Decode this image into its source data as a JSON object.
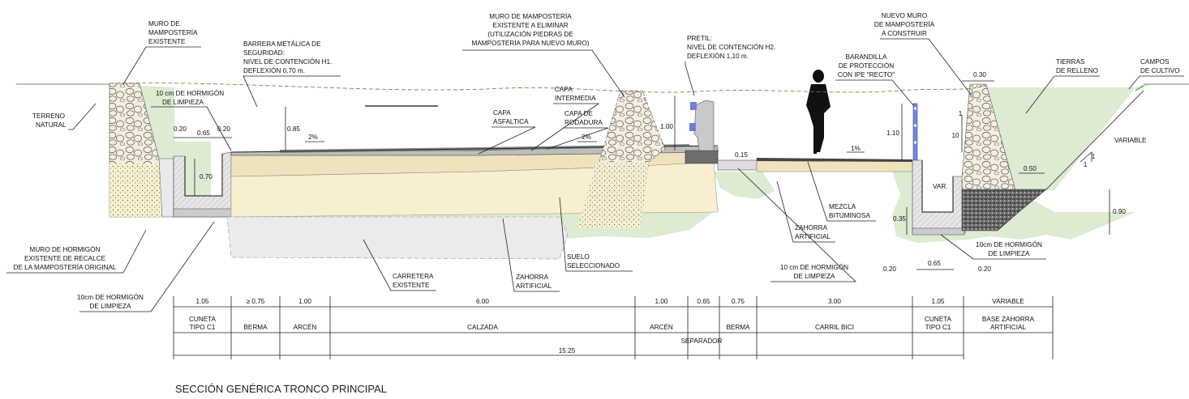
{
  "title": "SECCIÓN GENÉRICA TRONCO PRINCIPAL",
  "labels": {
    "muro_mamposteria_existente": [
      "MURO DE",
      "MAMPOSTERÍA",
      "EXISTENTE"
    ],
    "terreno_natural": [
      "TERRENO",
      "NATURAL"
    ],
    "hormigon_limpieza_top": [
      "10 cm DE HORMIGÓN",
      "DE LIMPIEZA"
    ],
    "barrera": [
      "BARRERA METÁLICA DE",
      "SEGURIDAD:",
      "NIVEL DE CONTENCIÓN H1.",
      "DEFLEXIÓN 0,70 m."
    ],
    "muro_mamposteria_eliminar": [
      "MURO DE MAMPOSTERÍA",
      "EXISTENTE A ELIMINAR",
      "(UTILIZACIÓN PIEDRAS DE",
      "MAMPOSTERÍA PARA NUEVO MURO)"
    ],
    "capa_intermedia": [
      "CAPA",
      "INTERMEDIA"
    ],
    "capa_asfaltica": [
      "CAPA",
      "ASFALTICA"
    ],
    "capa_rodadura": [
      "CAPA DE",
      "RODADURA"
    ],
    "pretil": [
      "PRETIL:",
      "NIVEL DE CONTENCIÓN H2.",
      "DEFLEXIÓN 1,10 m."
    ],
    "nuevo_muro": [
      "NUEVO MURO",
      "DE MAMPOSTERÍA",
      "A CONSTRUIR"
    ],
    "barandilla": [
      "BARANDILLA",
      "DE PROTECCIÓN",
      "CON IPE \"RECTO\""
    ],
    "tierras_relleno": [
      "TIERRAS",
      "DE RELLENO"
    ],
    "campos_cultivo": [
      "CAMPOS",
      "DE CULTIVO"
    ],
    "variable_right": "VARIABLE",
    "muro_hormigon_recalce": [
      "MURO DE HORMIGÓN",
      "EXISTENTE DE RECALCE",
      "DE LA MAMPOSTERÍA ORIGINAL"
    ],
    "hormigon_limpieza_left": [
      "10cm DE HORMIGÓN",
      "DE LIMPIEZA"
    ],
    "carretera_existente": [
      "CARRETERA",
      "EXISTENTE"
    ],
    "zahorra_artificial_mid": [
      "ZAHORRA",
      "ARTIFICIAL"
    ],
    "suelo_seleccionado": [
      "SUELO",
      "SELECCIONADO"
    ],
    "zahorra_artificial_right": [
      "ZAHORRA",
      "ARTIFICIAL"
    ],
    "mezcla_bituminosa": [
      "MEZCLA",
      "BITUMINOSA"
    ],
    "hormigon_limpieza_mid": [
      "10 cm DE HORMIGÓN",
      "DE LIMPIEZA"
    ],
    "hormigon_limpieza_right": [
      "10cm DE HORMIGÓN",
      "DE LIMPIEZA"
    ],
    "var": "VAR."
  },
  "dims": {
    "d020_left": "0.20",
    "d065_left": "0.65",
    "d020_left2": "0.20",
    "d070": "0.70",
    "d085": "0.85",
    "slope_road1": "2%",
    "slope_road2": "2%",
    "d100_pretil": "1.00",
    "d015": "0.15",
    "slope_bike": "1%",
    "d110": "1.10",
    "d030": "0.30",
    "slope_1": "1",
    "slope_10": "10",
    "d050": "0.50",
    "d1a": "1",
    "d1b": "1",
    "d090": "0.90",
    "d035": "0.35",
    "d020_right": "0.20",
    "d065_right": "0.65",
    "d020_right2": "0.20"
  },
  "bottom_dims": [
    "1.05",
    "≥ 0.75",
    "1.00",
    "6.00",
    "1.00",
    "0.65",
    "0.75",
    "3.00",
    "1.05",
    "VARIABLE"
  ],
  "segments": [
    [
      "CUNETA",
      "TIPO C1"
    ],
    [
      "BERMA"
    ],
    [
      "ARCÉN"
    ],
    [
      "CALZADA"
    ],
    [
      "ARCÉN"
    ],
    [
      ""
    ],
    [
      "BERMA"
    ],
    [
      "CARRIL BICI"
    ],
    [
      "CUNETA",
      "TIPO C1"
    ],
    [
      "BASE ZAHORRA",
      "ARTIFICIAL"
    ]
  ],
  "separador": "SEPARADOR",
  "total": "15.25"
}
